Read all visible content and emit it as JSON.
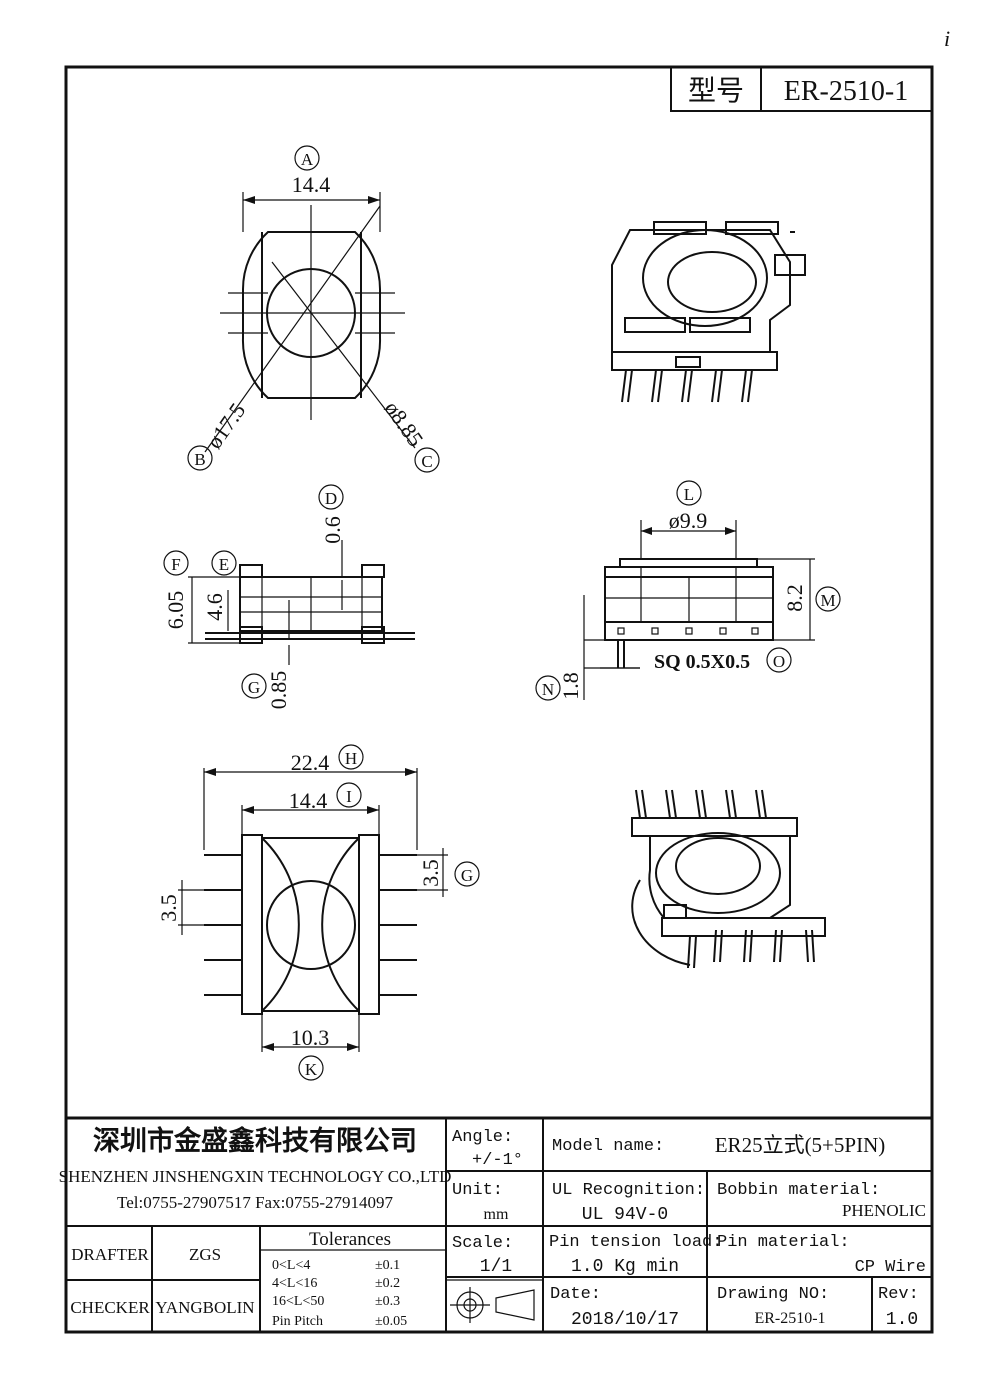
{
  "page_mark": "i",
  "header": {
    "type_label": "型号",
    "model_no": "ER-2510-1"
  },
  "callouts": {
    "A": "A",
    "B": "B",
    "C": "C",
    "D": "D",
    "E": "E",
    "F": "F",
    "G": "G",
    "H": "H",
    "I": "I",
    "K": "K",
    "L": "L",
    "M": "M",
    "N": "N",
    "O": "O"
  },
  "dims": {
    "top_width": "14.4",
    "outer_dia": "ø17.5",
    "inner_dia": "ø8.85",
    "d_06": "0.6",
    "f_605": "6.05",
    "e_46": "4.6",
    "g_085": "0.85",
    "l_99": "ø9.9",
    "m_82": "8.2",
    "n_18": "1.8",
    "sq": "SQ 0.5X0.5",
    "h_224": "22.4",
    "i_144": "14.4",
    "g_35": "3.5",
    "p_35": "3.5",
    "k_103": "10.3"
  },
  "title_block": {
    "company_cn": "深圳市金盛鑫科技有限公司",
    "company_en": "SHENZHEN JINSHENGXIN TECHNOLOGY CO.,LTD",
    "contact": "Tel:0755-27907517  Fax:0755-27914097",
    "drafter_label": "DRAFTER",
    "drafter": "ZGS",
    "checker_label": "CHECKER",
    "checker": "YANGBOLIN",
    "tolerances_label": "Tolerances",
    "tolerances": [
      {
        "range": "0<L<4",
        "value": "±0.1"
      },
      {
        "range": "4<L<16",
        "value": "±0.2"
      },
      {
        "range": "16<L<50",
        "value": "±0.3"
      },
      {
        "range": "Pin Pitch",
        "value": "±0.05"
      }
    ],
    "angle_label": "Angle:",
    "angle": "+/-1°",
    "unit_label": "Unit:",
    "unit": "mm",
    "scale_label": "Scale:",
    "scale": "1/1",
    "model_label": "Model name:",
    "model": "ER25立式(5+5PIN)",
    "ul_label": "UL Recognition:",
    "ul": "UL 94V-0",
    "bobbin_label": "Bobbin material:",
    "bobbin": "PHENOLIC",
    "pin_tension_label": "Pin tension load:",
    "pin_tension": "1.0 Kg min",
    "pin_mat_label": "Pin material:",
    "pin_mat": "CP Wire",
    "date_label": "Date:",
    "date": "2018/10/17",
    "drawing_label": "Drawing NO:",
    "drawing": "ER-2510-1",
    "rev_label": "Rev:",
    "rev": "1.0"
  }
}
